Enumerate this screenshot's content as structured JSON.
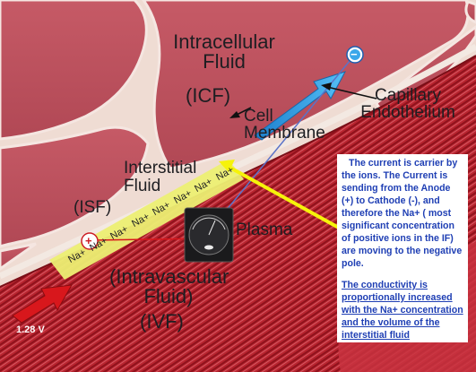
{
  "labels": {
    "icf_title": "Intracellular\nFluid",
    "icf_abbr": "(ICF)",
    "capillary": "Capillary\nEndothelium",
    "cell_membrane": "Cell\nMembrane",
    "isf_title": "Interstitial\nFluid",
    "isf_abbr": "(ISF)",
    "plasma": "Plasma",
    "ivf_title": "(Intravascular\nFluid)",
    "ivf_abbr": "(IVF)",
    "voltage": "1.28 V",
    "anode_sign": "+",
    "cathode_sign": "−"
  },
  "ions": [
    "Na+",
    "Na+",
    "Na+",
    "Na+",
    "Na+",
    "Na+",
    "Na+",
    "Na+"
  ],
  "note": {
    "paragraph1": "The current is carrier by the ions. The Current is sending from the Anode (+) to Cathode (-), and therefore the Na+ ( most significant concentration of positive ions in the IF) are moving to the negative pole.",
    "paragraph2": "The conductivity is proportionally increased with the Na+ concentration and the volume of the interstitial fluid"
  },
  "colors": {
    "tissue": "#c45763",
    "tissue_border": "#f0dcd7",
    "muscle": "#b3232e",
    "ion_band": "#ecef73",
    "arrow_blue": "#2f9de3",
    "arrow_red": "#d8171c",
    "pointer_yellow": "#f6f30a",
    "note_text": "#1f3fb4"
  },
  "icons": {
    "anode": "plus-electrode-icon",
    "cathode": "minus-electrode-icon",
    "meter": "gauge-meter-icon"
  }
}
